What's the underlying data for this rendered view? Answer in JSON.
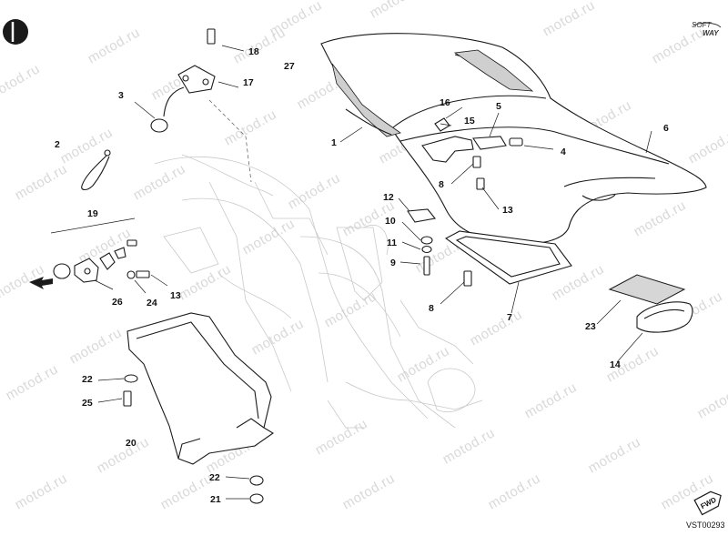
{
  "watermark": "motod.ru",
  "brand_logo": [
    "SOFT",
    "WAY"
  ],
  "drawing_code": "VST00293",
  "fwd_label": "FWD",
  "callouts": [
    "1",
    "2",
    "3",
    "4",
    "5",
    "6",
    "7",
    "8",
    "8",
    "9",
    "10",
    "11",
    "12",
    "13",
    "13",
    "14",
    "15",
    "16",
    "17",
    "18",
    "19",
    "20",
    "21",
    "22",
    "22",
    "23",
    "24",
    "25",
    "26",
    "27"
  ],
  "icons": {
    "corner_mark": "half-circle-icon",
    "direction_arrow": "arrow-left-icon",
    "fwd_tag": "fwd-tag-icon"
  }
}
